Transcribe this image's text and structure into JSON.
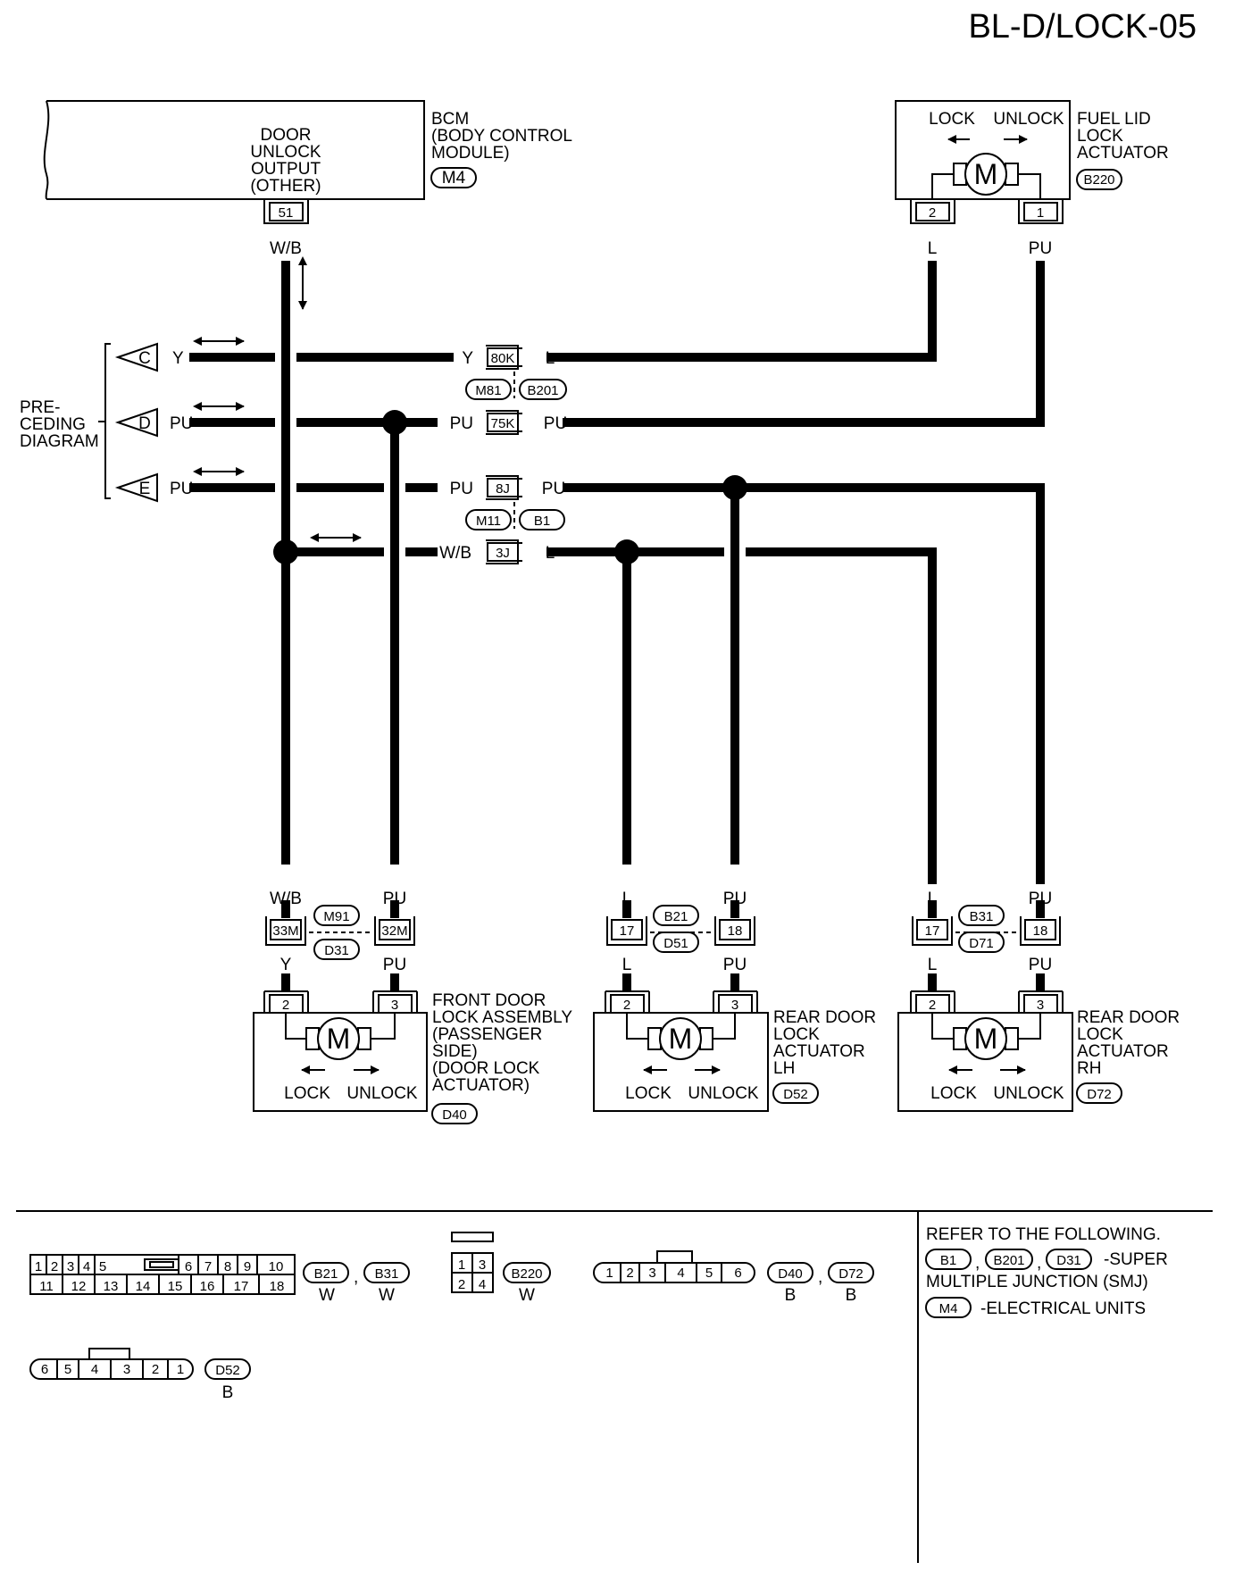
{
  "page_id": "BL-D/LOCK-05",
  "bcm": {
    "output": [
      "DOOR",
      "UNLOCK",
      "OUTPUT",
      "(OTHER)"
    ],
    "label": [
      "BCM",
      "(BODY CONTROL",
      " MODULE)"
    ],
    "connector": "M4",
    "terminal": "51",
    "wire_color": "W/B"
  },
  "fuel_lid": {
    "lock_label": "LOCK",
    "unlock_label": "UNLOCK",
    "motor": "M",
    "label": [
      "FUEL LID",
      "LOCK",
      "ACTUATOR"
    ],
    "connector": "B220",
    "terminal_left": "2",
    "terminal_right": "1",
    "wire_left": "L",
    "wire_right": "PU"
  },
  "preceding": {
    "label": [
      "PRE-",
      "CEDING",
      "DIAGRAM"
    ],
    "arrows": [
      {
        "letter": "C",
        "color": "Y"
      },
      {
        "letter": "D",
        "color": "PU"
      },
      {
        "letter": "E",
        "color": "PU"
      }
    ]
  },
  "splices": {
    "row_c": {
      "left": "Y",
      "terminal": "80K",
      "right": "L"
    },
    "row_d": {
      "left": "PU",
      "terminal": "75K",
      "right": "PU"
    },
    "row_e": {
      "left": "PU",
      "terminal": "8J",
      "right": "PU"
    },
    "row_wb": {
      "left": "W/B",
      "terminal": "3J",
      "right": "L"
    },
    "pair1": {
      "left": "M81",
      "right": "B201"
    },
    "pair2": {
      "left": "M11",
      "right": "B1"
    }
  },
  "front_door": {
    "wire_top_left": "W/B",
    "wire_top_right": "PU",
    "conn_left": "33M",
    "conn_right": "32M",
    "junction_top": "M91",
    "junction_bottom": "D31",
    "wire_bottom_left": "Y",
    "wire_bottom_right": "PU",
    "terminal_left": "2",
    "terminal_right": "3",
    "motor": "M",
    "lock_label": "LOCK",
    "unlock_label": "UNLOCK",
    "label": [
      "FRONT DOOR",
      "LOCK ASSEMBLY",
      "(PASSENGER",
      " SIDE)",
      "(DOOR LOCK",
      " ACTUATOR)"
    ],
    "connector": "D40"
  },
  "rear_lh": {
    "wire_top_left": "L",
    "wire_top_right": "PU",
    "conn_left": "17",
    "conn_right": "18",
    "junction_top": "B21",
    "junction_bottom": "D51",
    "wire_bottom_left": "L",
    "wire_bottom_right": "PU",
    "terminal_left": "2",
    "terminal_right": "3",
    "motor": "M",
    "lock_label": "LOCK",
    "unlock_label": "UNLOCK",
    "label": [
      "REAR DOOR",
      "LOCK",
      "ACTUATOR",
      "LH"
    ],
    "connector": "D52"
  },
  "rear_rh": {
    "wire_top_left": "L",
    "wire_top_right": "PU",
    "conn_left": "17",
    "conn_right": "18",
    "junction_top": "B31",
    "junction_bottom": "D71",
    "wire_bottom_left": "L",
    "wire_bottom_right": "PU",
    "terminal_left": "2",
    "terminal_right": "3",
    "motor": "M",
    "lock_label": "LOCK",
    "unlock_label": "UNLOCK",
    "label": [
      "REAR DOOR",
      "LOCK",
      "ACTUATOR",
      "RH"
    ],
    "connector": "D72"
  },
  "legend": {
    "conn18": {
      "top": [
        "1",
        "2",
        "3",
        "4",
        "5",
        "6",
        "7",
        "8",
        "9",
        "10"
      ],
      "bottom": [
        "11",
        "12",
        "13",
        "14",
        "15",
        "16",
        "17",
        "18"
      ],
      "ids": [
        "B21",
        "B31"
      ],
      "colors": [
        "W",
        "W"
      ],
      "sep": ","
    },
    "conn4": {
      "cells": [
        "1",
        "3",
        "2",
        "4"
      ],
      "id": "B220",
      "color": "W"
    },
    "conn6a": {
      "cells": [
        "1",
        "2",
        "3",
        "4",
        "5",
        "6"
      ],
      "ids": [
        "D40",
        "D72"
      ],
      "colors": [
        "B",
        "B"
      ],
      "sep": ","
    },
    "conn6b": {
      "cells": [
        "6",
        "5",
        "4",
        "3",
        "2",
        "1"
      ],
      "id": "D52",
      "color": "B"
    },
    "refer": {
      "title": "REFER TO THE FOLLOWING.",
      "smj_ids": [
        "B1",
        "B201",
        "D31"
      ],
      "smj_sep": ",",
      "smj_text": [
        "-SUPER",
        "MULTIPLE JUNCTION (SMJ)"
      ],
      "eu_id": "M4",
      "eu_text": "-ELECTRICAL UNITS"
    }
  }
}
